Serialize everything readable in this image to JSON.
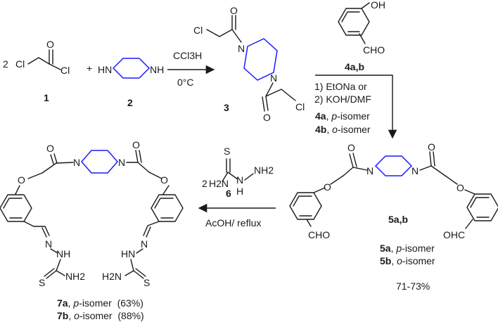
{
  "colors": {
    "bond": "#1a1a1a",
    "piperazine": "#1a1aff",
    "background": "#ffffff"
  },
  "reaction1": {
    "reagent1_coef": "2",
    "reagent1_formula_cl1": "Cl",
    "reagent1_formula_o": "O",
    "reagent1_formula_cl2": "Cl",
    "reagent1_label": "1",
    "plus": "+",
    "piperazine_hn": "HN",
    "piperazine_nh": "NH",
    "reagent2_label": "2",
    "conditions": [
      "CCl3H",
      "0°C"
    ],
    "product_label": "3",
    "product_atoms": {
      "cl_top": "Cl",
      "o_top": "O",
      "n_top": "N",
      "n_bottom": "N",
      "o_bottom": "O",
      "cl_bottom": "Cl"
    }
  },
  "reaction2": {
    "phenol_oh": "OH",
    "phenol_cho": "CHO",
    "reagent_label": "4a,b",
    "conditions": [
      "1) EtONa or",
      "2) KOH/DMF"
    ],
    "isomers": [
      {
        "bold": "4a",
        "sep": ", ",
        "italic": "p",
        "rest": "-isomer"
      },
      {
        "bold": "4b",
        "sep": ", ",
        "italic": "o",
        "rest": "-isomer"
      }
    ]
  },
  "product5": {
    "atoms": {
      "o_left": "O",
      "o_right": "O",
      "n_left": "N",
      "n_right": "N",
      "o_ether_left": "O",
      "o_ether_right": "O",
      "cho": "CHO",
      "ohc": "OHC"
    },
    "label": "5a,b",
    "isomers": [
      {
        "bold": "5a",
        "sep": ", ",
        "italic": "p",
        "rest": "-isomer"
      },
      {
        "bold": "5b",
        "sep": ", ",
        "italic": "o",
        "rest": "-isomer"
      }
    ],
    "yield": "71-73%"
  },
  "reaction3": {
    "coef": "2",
    "s": "S",
    "h2n": "H2N",
    "nh": "N",
    "h": "H",
    "nh2": "NH2",
    "reagent_label": "6",
    "conditions": "AcOH/ reflux"
  },
  "product7": {
    "atoms": {
      "o_left": "O",
      "o_right": "O",
      "n_left": "N",
      "n_right": "N",
      "o_ether_left": "O",
      "o_ether_right": "O",
      "n_imine_left": "N",
      "nh_left": "NH",
      "s_left": "S",
      "nh2_left": "NH2",
      "n_imine_right": "N",
      "hn_right": "HN",
      "s_right": "S",
      "h2n_right": "H2N"
    },
    "isomers": [
      {
        "bold": "7a",
        "sep": ", ",
        "italic": "p",
        "rest": "-isomer  (63%)"
      },
      {
        "bold": "7b",
        "sep": ", ",
        "italic": "o",
        "rest": "-isomer  (88%)"
      }
    ]
  }
}
